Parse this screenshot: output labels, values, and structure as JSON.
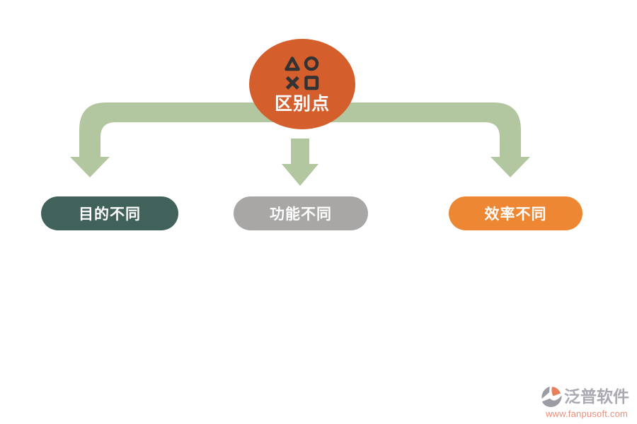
{
  "diagram": {
    "center_node": {
      "label": "区别点",
      "bg_color": "#D55E2D",
      "icon": "playstation-shapes-icon",
      "icon_color": "#333333",
      "text_color": "#FFFFFF"
    },
    "arrow_color": "#B2C6A0",
    "branch_nodes": [
      {
        "label": "目的不同",
        "bg_color": "#41625A",
        "text_color": "#FFFFFF"
      },
      {
        "label": "功能不同",
        "bg_color": "#A8A7A5",
        "text_color": "#FFFFFF"
      },
      {
        "label": "效率不同",
        "bg_color": "#EE8733",
        "text_color": "#FFFFFF"
      }
    ]
  },
  "watermark": {
    "brand": "泛普软件",
    "url": "www.fanpusoft.com",
    "brand_color": "#A9A9B1",
    "url_color": "#E8907C",
    "logo_gray": "#9C9CA4",
    "logo_orange": "#E8805E"
  }
}
